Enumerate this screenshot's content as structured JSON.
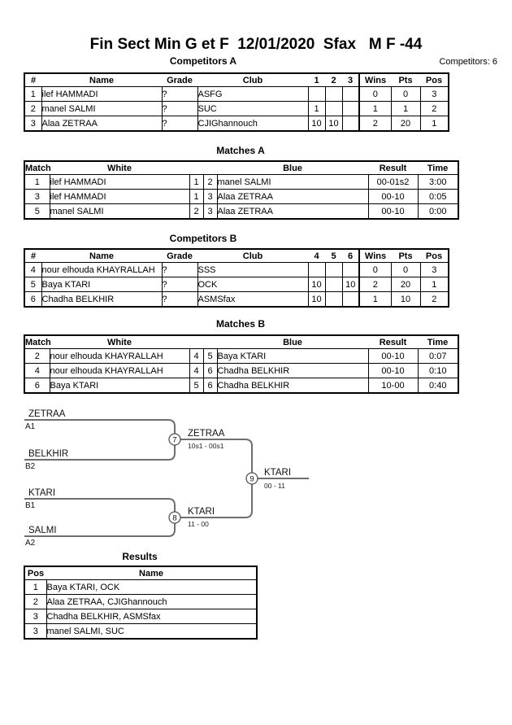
{
  "page": {
    "title": "Fin Sect Min G et F  12/01/2020  Sfax   M F -44",
    "competitors_label": "Competitors: 6"
  },
  "competitors_a": {
    "heading": "Competitors A",
    "headers": {
      "num": "#",
      "name": "Name",
      "grade": "Grade",
      "club": "Club",
      "s1": "1",
      "s2": "2",
      "s3": "3",
      "wins": "Wins",
      "pts": "Pts",
      "pos": "Pos"
    },
    "rows": [
      {
        "num": "1",
        "name": "ilef HAMMADI",
        "grade": "?",
        "club": "ASFG",
        "s1": "",
        "s2": "",
        "s3": "",
        "wins": "0",
        "pts": "0",
        "pos": "3"
      },
      {
        "num": "2",
        "name": "manel SALMI",
        "grade": "?",
        "club": "SUC",
        "s1": "1",
        "s2": "",
        "s3": "",
        "wins": "1",
        "pts": "1",
        "pos": "2"
      },
      {
        "num": "3",
        "name": "Alaa ZETRAA",
        "grade": "?",
        "club": "CJIGhannouch",
        "s1": "10",
        "s2": "10",
        "s3": "",
        "wins": "2",
        "pts": "20",
        "pos": "1"
      }
    ]
  },
  "matches_a": {
    "heading": "Matches A",
    "headers": {
      "match": "Match",
      "white": "White",
      "blue": "Blue",
      "result": "Result",
      "time": "Time"
    },
    "rows": [
      {
        "match": "1",
        "white": "ilef HAMMADI",
        "wnum": "1",
        "bnum": "2",
        "blue": "manel SALMI",
        "result": "00-01s2",
        "time": "3:00"
      },
      {
        "match": "3",
        "white": "ilef HAMMADI",
        "wnum": "1",
        "bnum": "3",
        "blue": "Alaa ZETRAA",
        "result": "00-10",
        "time": "0:05"
      },
      {
        "match": "5",
        "white": "manel SALMI",
        "wnum": "2",
        "bnum": "3",
        "blue": "Alaa ZETRAA",
        "result": "00-10",
        "time": "0:00"
      }
    ]
  },
  "competitors_b": {
    "heading": "Competitors B",
    "headers": {
      "num": "#",
      "name": "Name",
      "grade": "Grade",
      "club": "Club",
      "s1": "4",
      "s2": "5",
      "s3": "6",
      "wins": "Wins",
      "pts": "Pts",
      "pos": "Pos"
    },
    "rows": [
      {
        "num": "4",
        "name": "nour elhouda KHAYRALLAH",
        "grade": "?",
        "club": "SSS",
        "s1": "",
        "s2": "",
        "s3": "",
        "wins": "0",
        "pts": "0",
        "pos": "3"
      },
      {
        "num": "5",
        "name": "Baya KTARI",
        "grade": "?",
        "club": "OCK",
        "s1": "10",
        "s2": "",
        "s3": "10",
        "wins": "2",
        "pts": "20",
        "pos": "1"
      },
      {
        "num": "6",
        "name": "Chadha BELKHIR",
        "grade": "?",
        "club": "ASMSfax",
        "s1": "10",
        "s2": "",
        "s3": "",
        "wins": "1",
        "pts": "10",
        "pos": "2"
      }
    ]
  },
  "matches_b": {
    "heading": "Matches B",
    "headers": {
      "match": "Match",
      "white": "White",
      "blue": "Blue",
      "result": "Result",
      "time": "Time"
    },
    "rows": [
      {
        "match": "2",
        "white": "nour elhouda KHAYRALLAH",
        "wnum": "4",
        "bnum": "5",
        "blue": "Baya KTARI",
        "result": "00-10",
        "time": "0:07"
      },
      {
        "match": "4",
        "white": "nour elhouda KHAYRALLAH",
        "wnum": "4",
        "bnum": "6",
        "blue": "Chadha BELKHIR",
        "result": "00-10",
        "time": "0:10"
      },
      {
        "match": "6",
        "white": "Baya KTARI",
        "wnum": "5",
        "bnum": "6",
        "blue": "Chadha BELKHIR",
        "result": "10-00",
        "time": "0:40"
      }
    ]
  },
  "bracket": {
    "slot1": {
      "name": "ZETRAA",
      "seed": "A1"
    },
    "slot2": {
      "name": "BELKHIR",
      "seed": "B2"
    },
    "slot3": {
      "name": "KTARI",
      "seed": "B1"
    },
    "slot4": {
      "name": "SALMI",
      "seed": "A2"
    },
    "semi1": {
      "number": "7",
      "winner": "ZETRAA",
      "score": "10s1 - 00s1"
    },
    "semi2": {
      "number": "8",
      "winner": "KTARI",
      "score": "11 - 00"
    },
    "final": {
      "number": "9",
      "winner": "KTARI",
      "score": "00 - 11"
    }
  },
  "results": {
    "heading": "Results",
    "headers": {
      "pos": "Pos",
      "name": "Name"
    },
    "rows": [
      {
        "pos": "1",
        "name": "Baya KTARI, OCK"
      },
      {
        "pos": "2",
        "name": "Alaa ZETRAA, CJIGhannouch"
      },
      {
        "pos": "3",
        "name": "Chadha BELKHIR, ASMSfax"
      },
      {
        "pos": "3",
        "name": "manel SALMI, SUC"
      }
    ]
  }
}
